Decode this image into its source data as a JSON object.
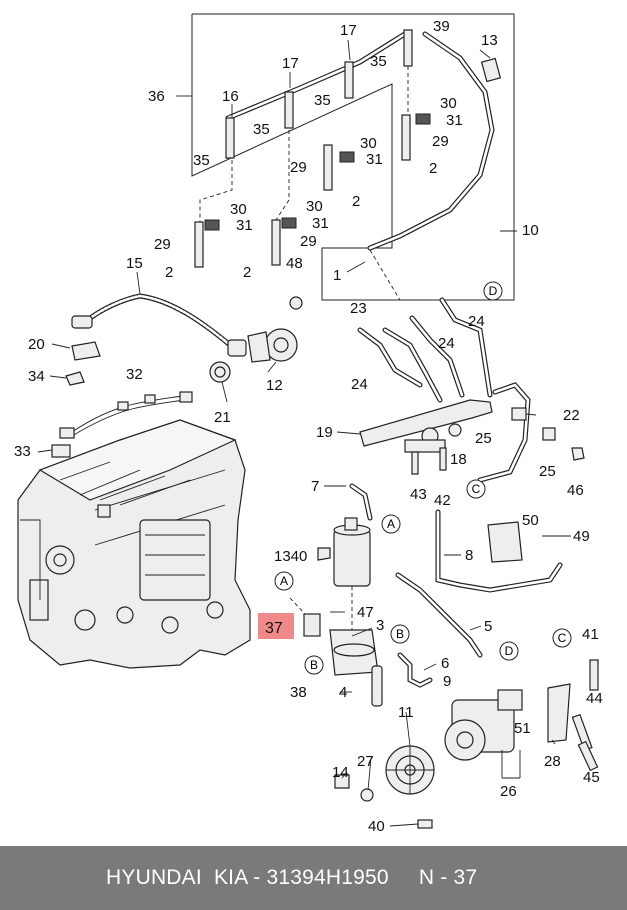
{
  "footer": {
    "part_number_text": "HYUNDAI  KIA - 31394H1950",
    "position_text": "N - 37"
  },
  "highlight": {
    "label": "37",
    "color": "#f08a8a"
  },
  "callouts": {
    "c1": "1",
    "c2a": "2",
    "c2b": "2",
    "c2c": "2",
    "c2d": "2",
    "c3": "3",
    "c4": "4",
    "c5": "5",
    "c6": "6",
    "c7": "7",
    "c8": "8",
    "c9": "9",
    "c10": "10",
    "c11": "11",
    "c12": "12",
    "c13": "13",
    "c14": "14",
    "c15": "15",
    "c16": "16",
    "c17a": "17",
    "c17b": "17",
    "c18": "18",
    "c19": "19",
    "c20": "20",
    "c21": "21",
    "c22": "22",
    "c23": "23",
    "c24a": "24",
    "c24b": "24",
    "c24c": "24",
    "c25a": "25",
    "c25b": "25",
    "c26": "26",
    "c27": "27",
    "c28": "28",
    "c29a": "29",
    "c29b": "29",
    "c29c": "29",
    "c29d": "29",
    "c30a": "30",
    "c30b": "30",
    "c30c": "30",
    "c30d": "30",
    "c31a": "31",
    "c31b": "31",
    "c31c": "31",
    "c31d": "31",
    "c32": "32",
    "c33": "33",
    "c34": "34",
    "c35a": "35",
    "c35b": "35",
    "c35c": "35",
    "c35d": "35",
    "c36": "36",
    "c38": "38",
    "c39": "39",
    "c40": "40",
    "c41": "41",
    "c42": "42",
    "c43": "43",
    "c44": "44",
    "c45": "45",
    "c46": "46",
    "c47": "47",
    "c48": "48",
    "c49": "49",
    "c50": "50",
    "c51": "51",
    "c1340": "1340"
  },
  "connectors": {
    "a1": "A",
    "a2": "A",
    "b1": "B",
    "b2": "B",
    "cc1": "C",
    "cc2": "C",
    "d1": "D",
    "d2": "D"
  }
}
